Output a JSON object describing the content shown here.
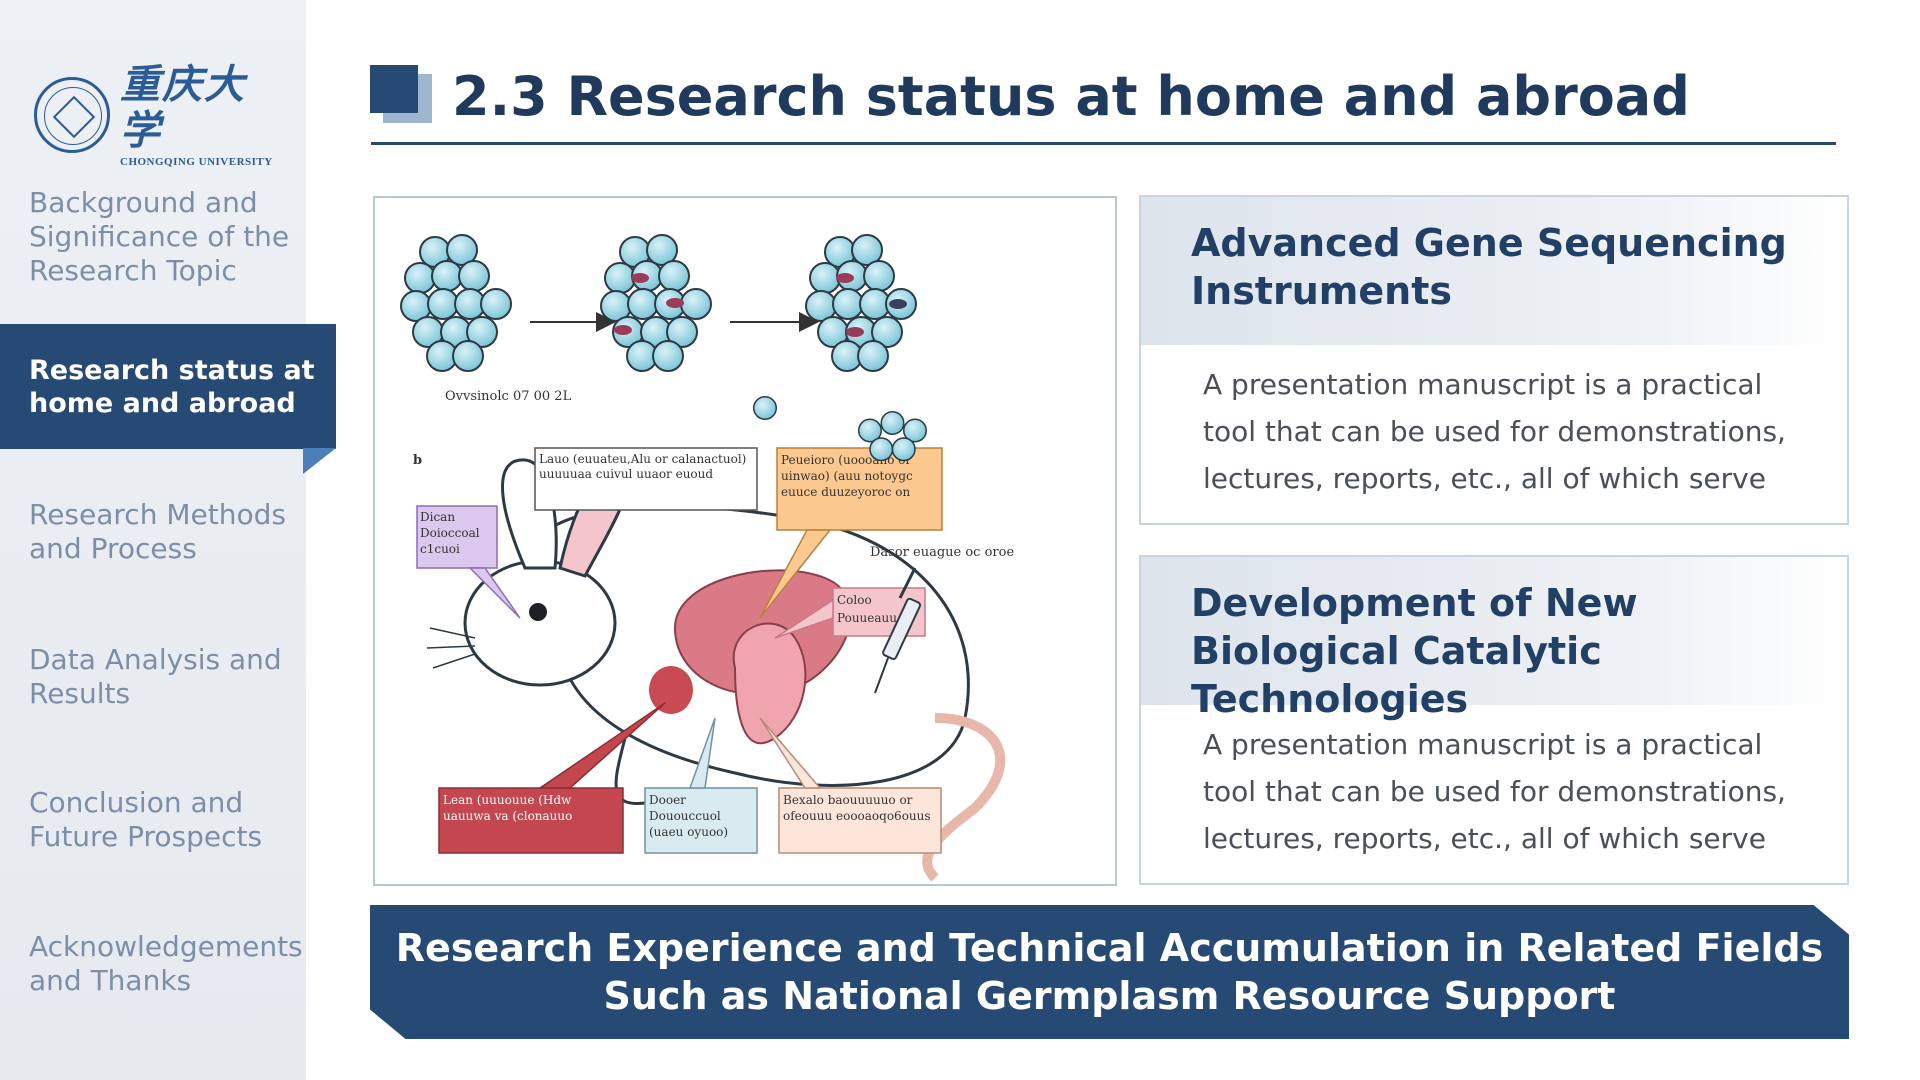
{
  "logo": {
    "name_cn": "重庆大学",
    "name_en": "CHONGQING UNIVERSITY"
  },
  "sidebar": {
    "items": [
      {
        "label": "Background and Significance of the Research Topic",
        "active": false
      },
      {
        "label": "Research status at home and abroad",
        "active": true
      },
      {
        "label": "Research Methods and Process",
        "active": false
      },
      {
        "label": "Data Analysis and Results",
        "active": false
      },
      {
        "label": "Conclusion and Future Prospects",
        "active": false
      },
      {
        "label": "Acknowledgements and Thanks",
        "active": false
      }
    ]
  },
  "header": {
    "title": "2.3 Research status at home and abroad"
  },
  "illustration": {
    "panel_label": "b",
    "labels": {
      "cells": "Ovvsinolc 07 00 2L",
      "top": "Lauo (euuateu,Alu or calanactuol) uuuuuaa cuivul uuaor euoud",
      "top_right": "Peueioro (uoooano or uinwao) (auu notoygc euuce duuzeyoroc on",
      "left": "Dican Doioccoal c1cuoi",
      "right_cells": "Dasor euague oc oroe",
      "colon": "Coloo Pouueauu",
      "bottom_left": "Lean (uuuouue (Hdw uauuwa va (clonauuo",
      "bottom_mid": "Dooer Dououccuol (uaeu oyuoo)",
      "bottom_right": "Bexalo baouuuuuo or ofeouuu eoooaoqo6ouus"
    }
  },
  "cards": [
    {
      "title": "Advanced Gene Sequencing Instruments",
      "body": "A presentation manuscript is a practical tool that can be used for demonstrations, lectures, reports, etc., all of which serve"
    },
    {
      "title": "Development of New Biological Catalytic Technologies",
      "body": "A presentation manuscript is a practical tool that can be used for demonstrations, lectures, reports, etc., all of which serve"
    }
  ],
  "banner": {
    "line1": "Research Experience and Technical Accumulation in Related Fields",
    "line2": "Such as National Germplasm Resource Support"
  },
  "colors": {
    "primary": "#264a73",
    "accent": "#4a7fba",
    "sidebar_bg": "#e8ecf1",
    "muted_text": "#7d8fa8"
  }
}
